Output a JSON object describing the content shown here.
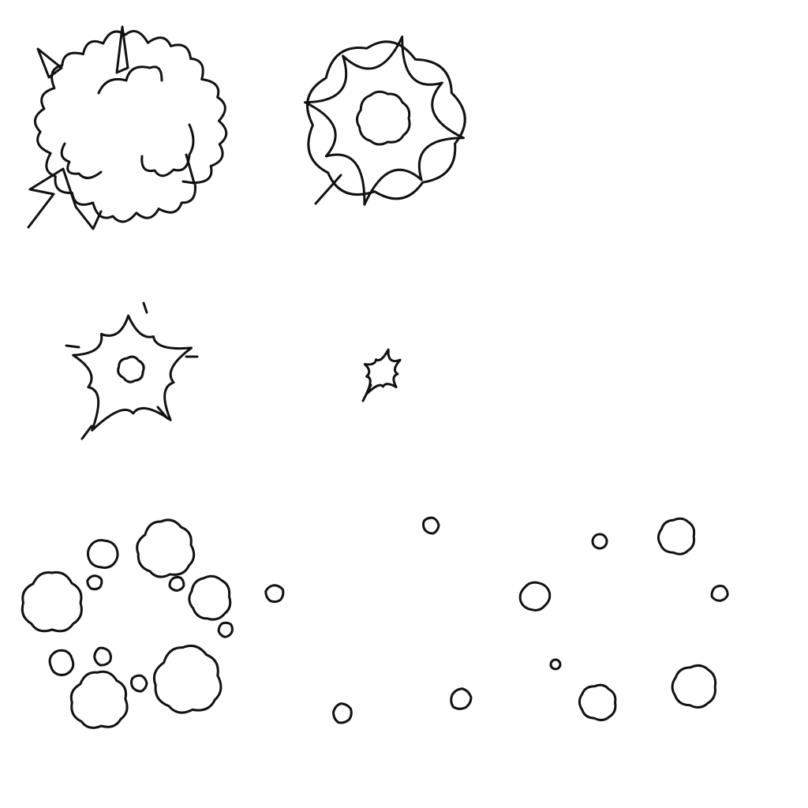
{
  "colors": {
    "background": "#ffffff",
    "line": "#111111"
  },
  "sprites": [
    {
      "name": "explosion-large-cloud-burst",
      "kind": "cloud-burst-with-spikes"
    },
    {
      "name": "explosion-ring-burst",
      "kind": "petal-ring-with-star-rays"
    },
    {
      "name": "explosion-spark-medium",
      "kind": "star-burst-with-core"
    },
    {
      "name": "explosion-spark-small",
      "kind": "small-star-burst"
    },
    {
      "name": "smoke-ring-dense",
      "kind": "ring-of-smoke-puffs"
    },
    {
      "name": "smoke-ring-dispersed",
      "kind": "scattered-smoke-puffs"
    }
  ]
}
